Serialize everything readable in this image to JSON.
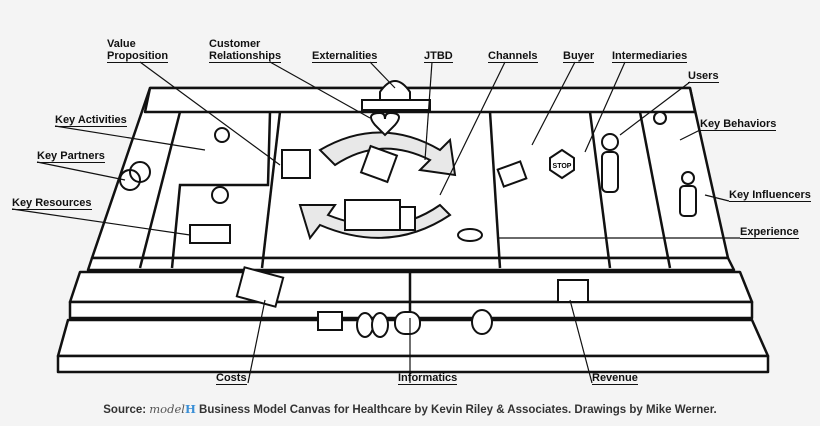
{
  "labels": {
    "value_proposition": [
      "Value",
      "Proposition"
    ],
    "customer_relationships": [
      "Customer",
      "Relationships"
    ],
    "externalities": "Externalities",
    "jtbd": "JTBD",
    "channels": "Channels",
    "buyer": "Buyer",
    "intermediaries": "Intermediaries",
    "users": "Users",
    "key_behaviors": "Key Behaviors",
    "key_activities": "Key Activities",
    "key_partners": "Key Partners",
    "key_resources": "Key Resources",
    "key_influencers": "Key Influencers",
    "experience": "Experience",
    "costs": "Costs",
    "informatics": "Informatics",
    "revenue": "Revenue"
  },
  "illustrations": {
    "stop_sign_text": "STOP"
  },
  "caption": {
    "prefix": "Source:",
    "logo": "modelH",
    "logo_main": "model",
    "logo_accent": "H",
    "text": "Business Model Canvas for Healthcare by Kevin Riley & Associates. Drawings by Mike Werner."
  }
}
